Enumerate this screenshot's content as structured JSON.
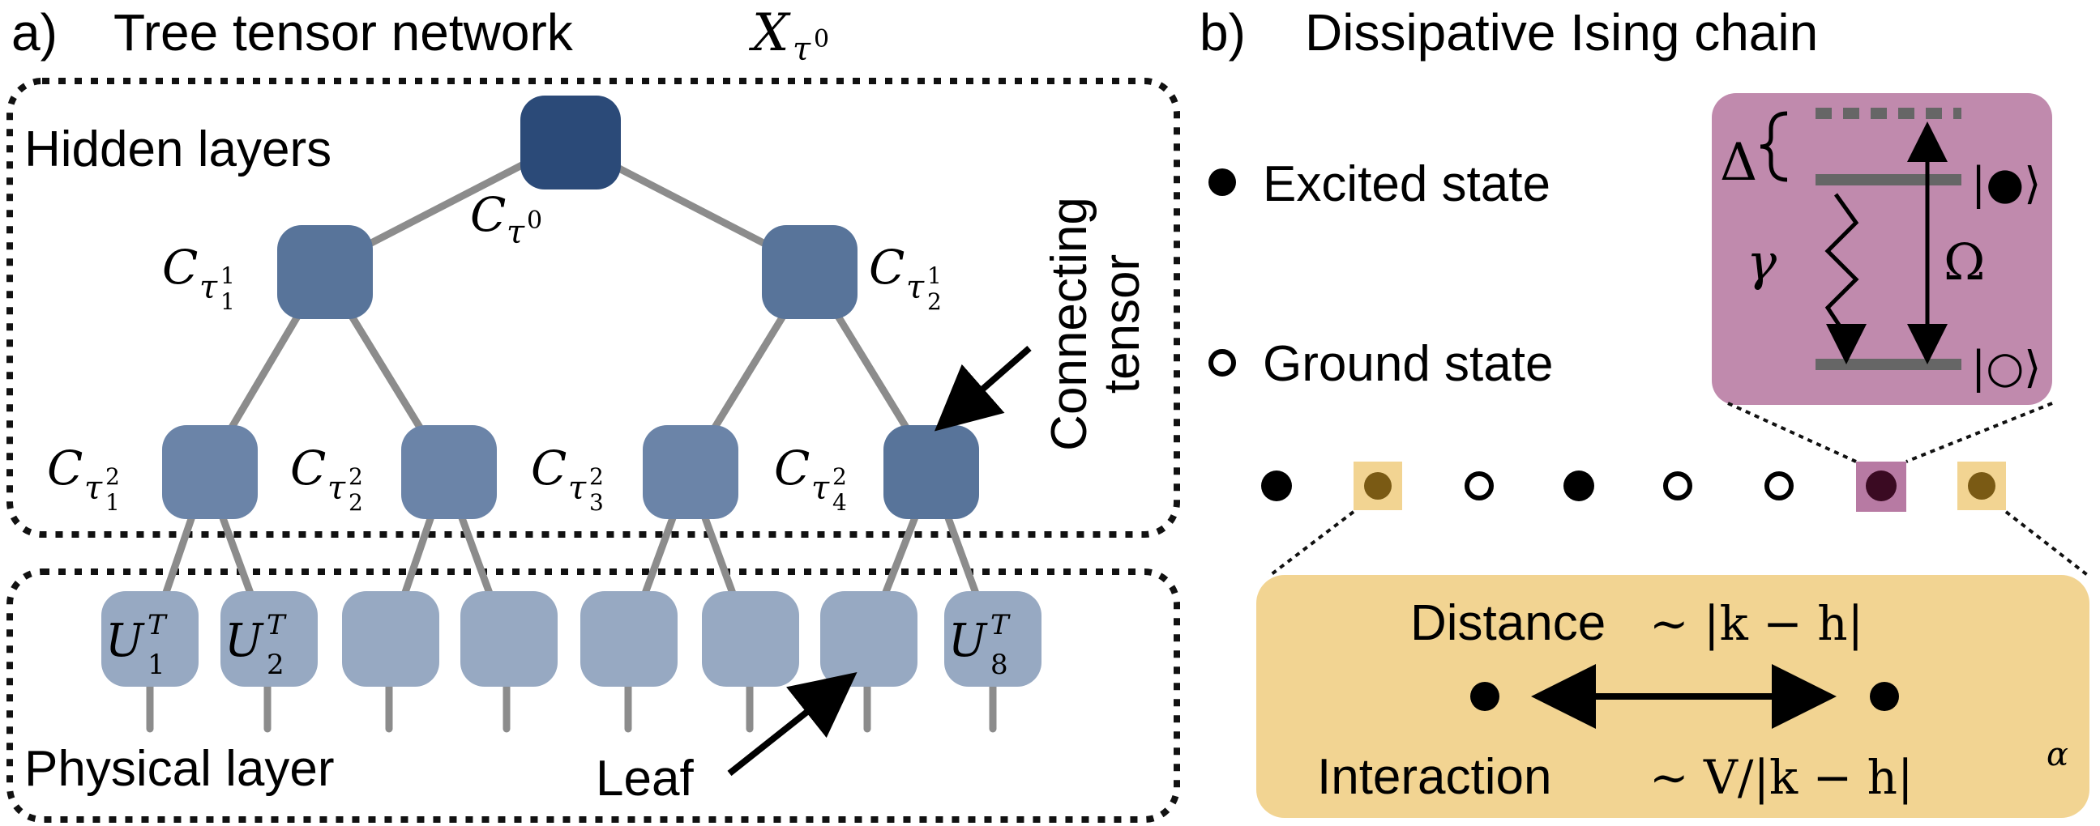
{
  "panel_a": {
    "label": "a)",
    "title": "Tree tensor network",
    "title_math": "X",
    "title_math_sub": "τ",
    "title_math_sup": "0",
    "hidden_layers_label": "Hidden layers",
    "physical_layer_label": "Physical layer",
    "connecting_label_1": "Connecting",
    "connecting_label_2": "tensor",
    "leaf_label": "Leaf",
    "root": {
      "base": "C",
      "sub": "τ",
      "sup": "0"
    },
    "level1": [
      {
        "base": "C",
        "sub": "τ",
        "sup": "1",
        "idx": "1"
      },
      {
        "base": "C",
        "sub": "τ",
        "sup": "1",
        "idx": "2"
      }
    ],
    "level2": [
      {
        "base": "C",
        "sub": "τ",
        "sup": "2",
        "idx": "1"
      },
      {
        "base": "C",
        "sub": "τ",
        "sup": "2",
        "idx": "2"
      },
      {
        "base": "C",
        "sub": "τ",
        "sup": "2",
        "idx": "3"
      },
      {
        "base": "C",
        "sub": "τ",
        "sup": "2",
        "idx": "4"
      }
    ],
    "leaves": [
      {
        "base": "U",
        "sup": "T",
        "sub": "1"
      },
      {
        "base": "U",
        "sup": "T",
        "sub": "2"
      },
      {
        "base": "",
        "sup": "",
        "sub": ""
      },
      {
        "base": "",
        "sup": "",
        "sub": ""
      },
      {
        "base": "",
        "sup": "",
        "sub": ""
      },
      {
        "base": "",
        "sup": "",
        "sub": ""
      },
      {
        "base": "",
        "sup": "",
        "sub": ""
      },
      {
        "base": "U",
        "sup": "T",
        "sub": "8"
      }
    ],
    "colors": {
      "root": "#2b4a78",
      "level1": "#58749a",
      "level2": "#6b84a8",
      "leaf": "#97a9c2",
      "edge": "#8c8c8c"
    }
  },
  "panel_b": {
    "label": "b)",
    "title": "Dissipative Ising chain",
    "excited_label": "Excited state",
    "ground_label": "Ground state",
    "inset": {
      "delta": "Δ",
      "gamma": "γ",
      "omega": "Ω",
      "ket_excited": "|●⟩",
      "ket_ground": "|○⟩",
      "color": "#c08aad"
    },
    "chain": [
      "excited",
      "highlight-yellow",
      "ground",
      "excited",
      "ground",
      "ground",
      "highlight-purple",
      "highlight-yellow"
    ],
    "distance_label": "Distance",
    "distance_math": "∼ |k − h|",
    "interaction_label": "Interaction",
    "interaction_math": "∼ V/|k − h|",
    "interaction_exp": "α",
    "colors": {
      "yellow_box": "#f2d492",
      "yellow_site": "#7a5a14",
      "purple_site": "#3a0a22",
      "purple_box": "#b77aa3"
    }
  }
}
